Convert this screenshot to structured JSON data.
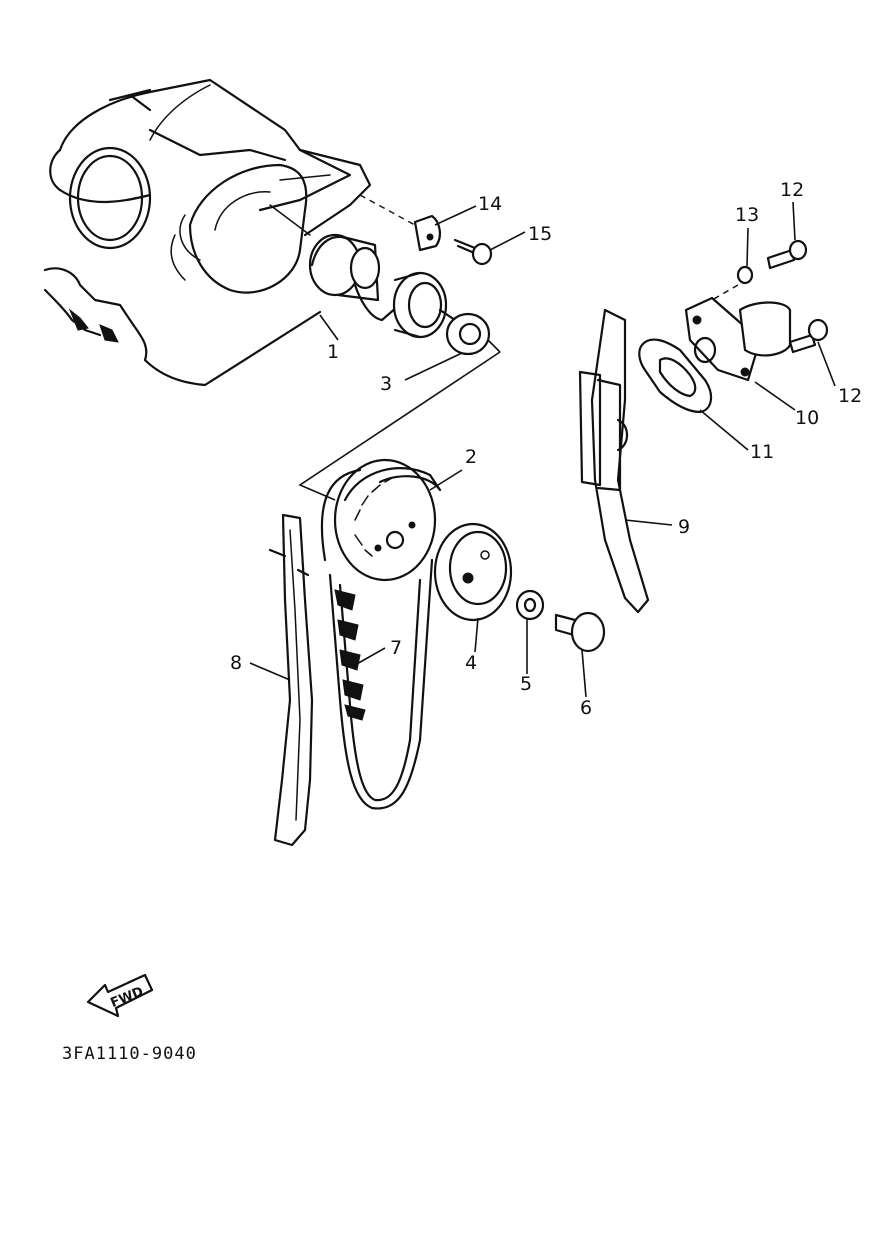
{
  "callouts": {
    "n1": "1",
    "n2": "2",
    "n3": "3",
    "n4": "4",
    "n5": "5",
    "n6": "6",
    "n7": "7",
    "n8": "8",
    "n9": "9",
    "n10": "10",
    "n11": "11",
    "n12a": "12",
    "n12b": "12",
    "n13": "13",
    "n14": "14",
    "n15": "15"
  },
  "fwd_label": "FWD",
  "diagram_code": "3FA1110-9040"
}
